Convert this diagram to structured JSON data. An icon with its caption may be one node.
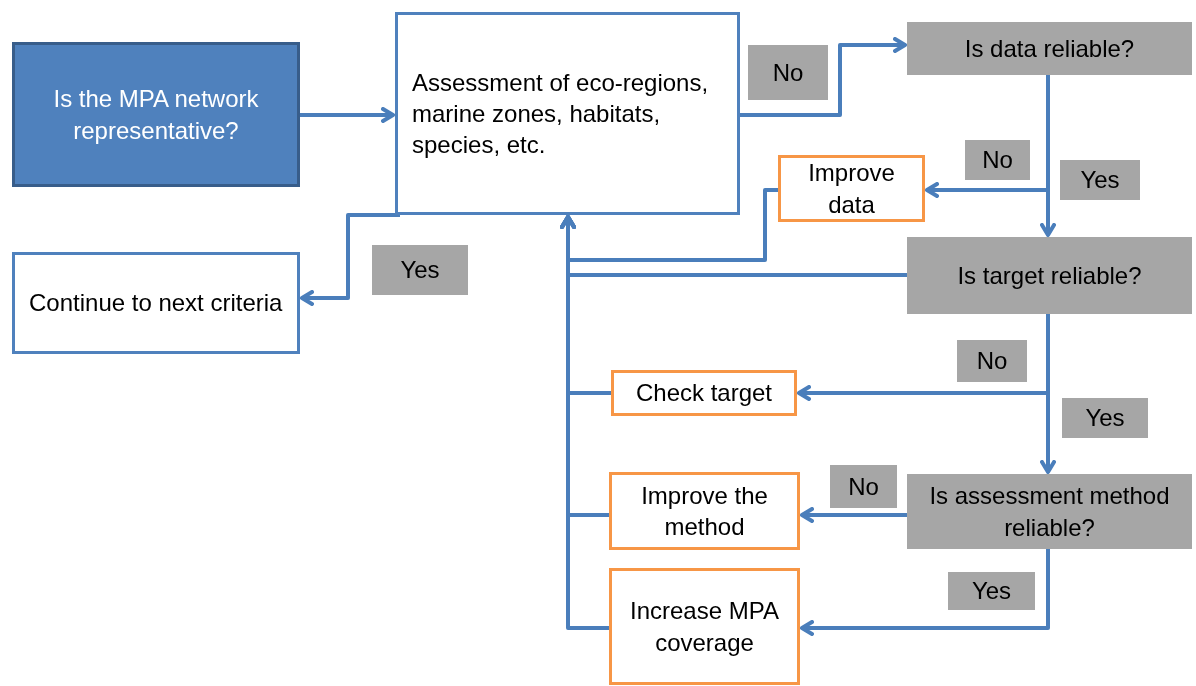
{
  "diagram": {
    "nodes": [
      {
        "text": [
          "Is the MPA network representative?"
        ]
      },
      {
        "text": [
          "Assessment of eco-regions, marine zones, habitats, species, etc."
        ]
      },
      {
        "text": [
          "Is data reliable?"
        ]
      },
      {
        "text": [
          "Improve data"
        ]
      },
      {
        "text": [
          "Continue to next criteria"
        ]
      },
      {
        "text": [
          "Is target reliable?"
        ]
      },
      {
        "text": [
          "Check target"
        ]
      },
      {
        "text": [
          "Is assessment method reliable?"
        ]
      },
      {
        "text": [
          "Improve the method"
        ]
      },
      {
        "text": [
          "Increase MPA coverage"
        ]
      }
    ],
    "edges": [
      {
        "from": 0,
        "to": 1,
        "arrow": "to"
      },
      {
        "from": 1,
        "to": 2,
        "arrow": "to",
        "label": "No"
      },
      {
        "from": 2,
        "to": 5,
        "arrow": "to",
        "label": "Yes"
      },
      {
        "from": 2,
        "to": 3,
        "arrow": "to",
        "label": "No"
      },
      {
        "from": 3,
        "to": 1,
        "arrow": "to"
      },
      {
        "from": 1,
        "to": 4,
        "arrow": "to",
        "label": "Yes"
      },
      {
        "from": 5,
        "to": 1,
        "arrow": "to"
      },
      {
        "from": 5,
        "to": 6,
        "arrow": "to",
        "label": "No"
      },
      {
        "from": 5,
        "to": 7,
        "arrow": "to",
        "label": "Yes"
      },
      {
        "from": 6,
        "to": 1,
        "arrow": "to"
      },
      {
        "from": 7,
        "to": 8,
        "arrow": "to",
        "label": "No"
      },
      {
        "from": 7,
        "to": 9,
        "arrow": "to",
        "label": "Yes"
      },
      {
        "from": 8,
        "to": 1,
        "arrow": "to"
      },
      {
        "from": 9,
        "to": 1,
        "arrow": "to"
      }
    ]
  }
}
